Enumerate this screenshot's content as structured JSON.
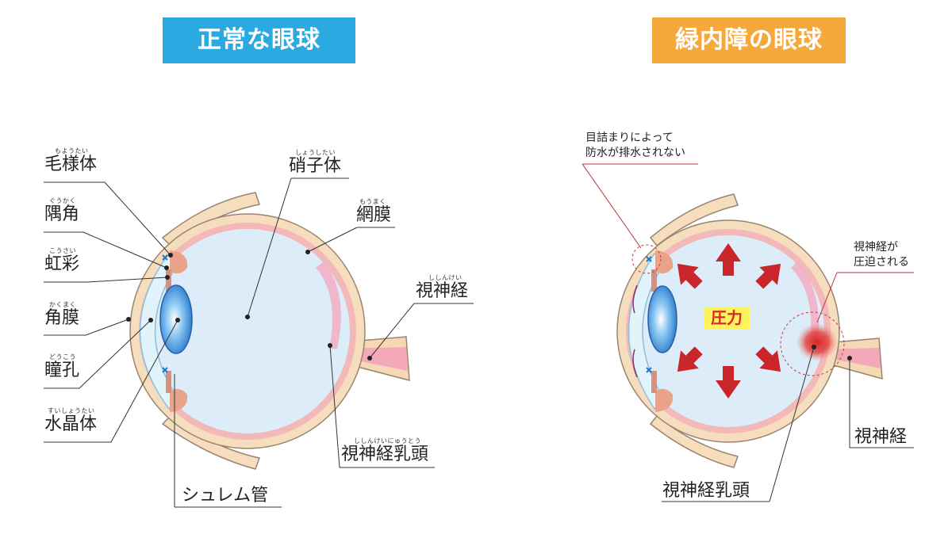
{
  "titles": {
    "normal": "正常な眼球",
    "glaucoma": "緑内障の眼球"
  },
  "left_labels": {
    "ciliary": {
      "ruby": "もようたい",
      "text": "毛様体"
    },
    "angle": {
      "ruby": "ぐうかく",
      "text": "隅角"
    },
    "iris": {
      "ruby": "こうさい",
      "text": "虹彩"
    },
    "cornea": {
      "ruby": "かくまく",
      "text": "角膜"
    },
    "pupil": {
      "ruby": "どうこう",
      "text": "瞳孔"
    },
    "lens": {
      "ruby": "すいしょうたい",
      "text": "水晶体"
    },
    "vitreous": {
      "ruby": "しょうしたい",
      "text": "硝子体"
    },
    "retina": {
      "ruby": "もうまく",
      "text": "網膜"
    },
    "optic_nerve": {
      "ruby": "ししんけい",
      "text": "視神経"
    },
    "optic_disc": {
      "ruby": "ししんけいにゅうとう",
      "text": "視神経乳頭"
    },
    "schlemm": {
      "text": "シュレム管"
    }
  },
  "right_labels": {
    "clog_line1": "目詰まりによって",
    "clog_line2": "防水が排水されない",
    "nerve_press_line1": "視神経が",
    "nerve_press_line2": "圧迫される",
    "pressure": "圧力",
    "optic_nerve": "視神経",
    "optic_disc": "視神経乳頭"
  }
}
